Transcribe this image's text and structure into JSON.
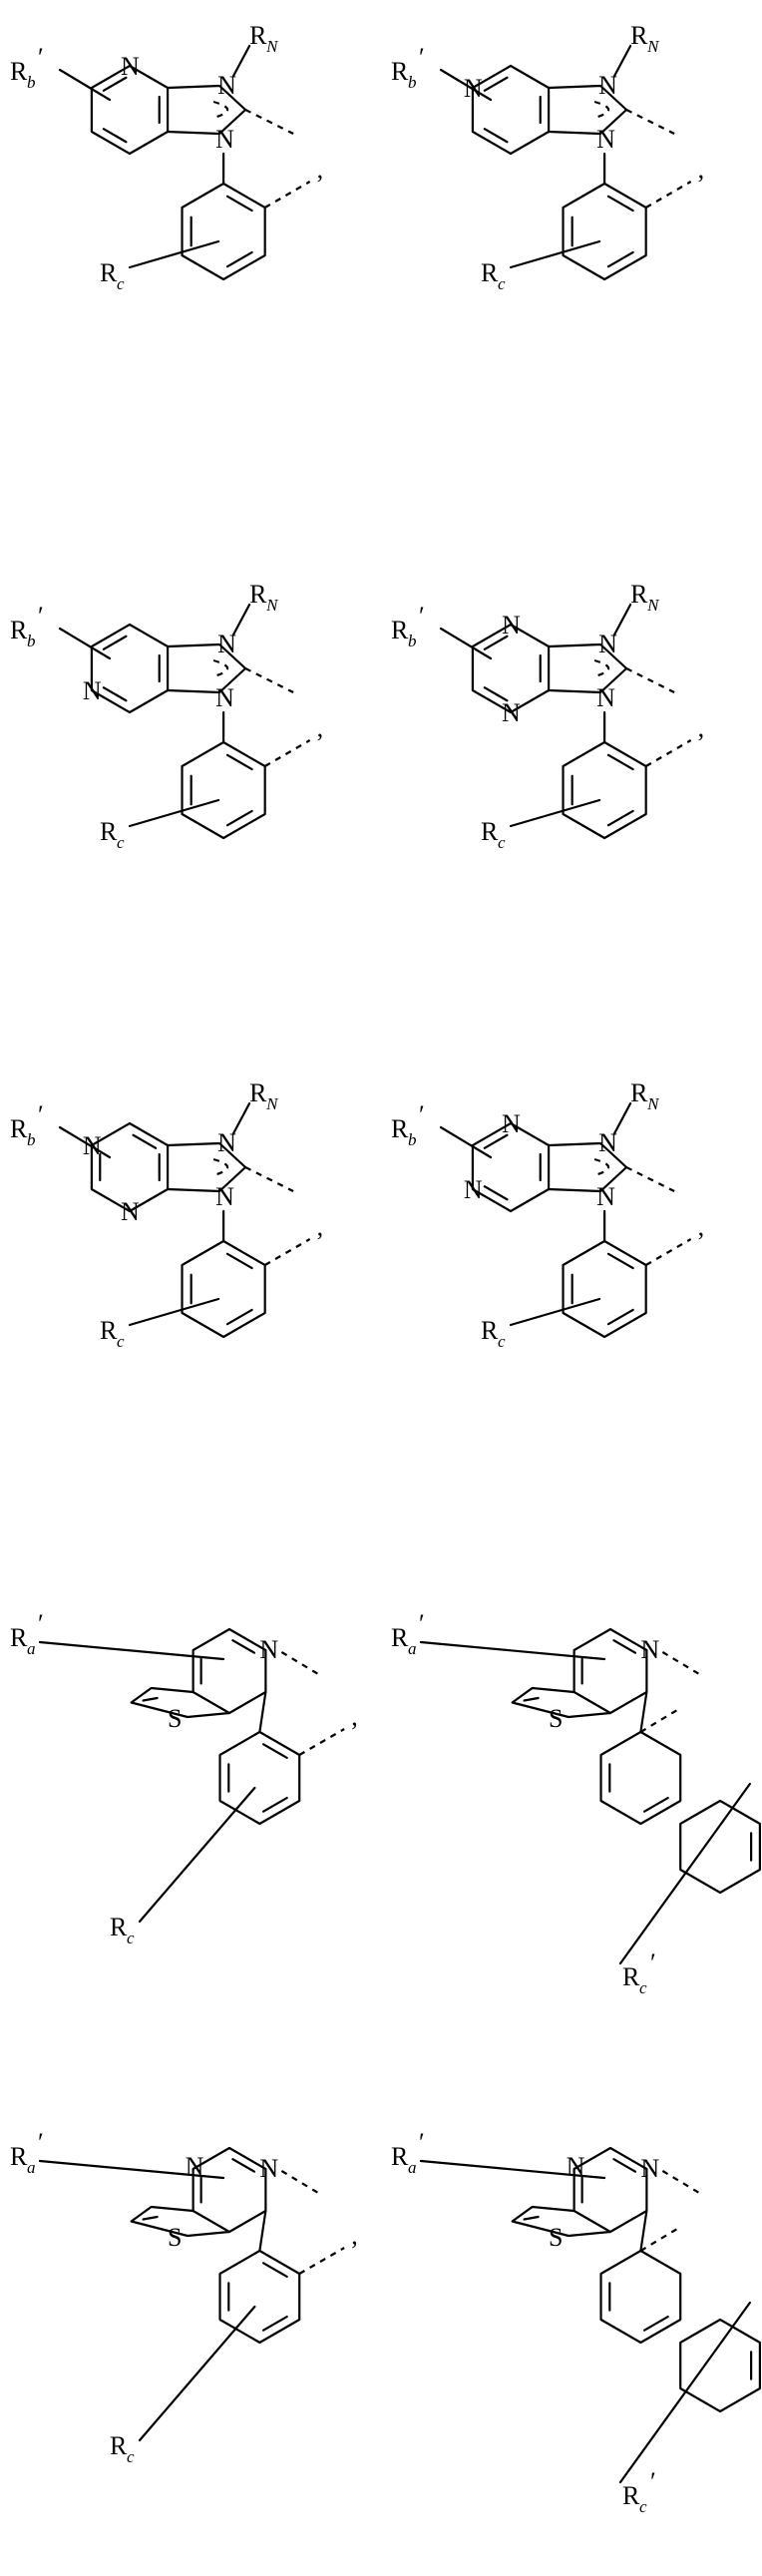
{
  "labels": {
    "N": "N",
    "S": "S",
    "R": "R",
    "sub_N": "N",
    "sub_a": "a",
    "sub_b": "b",
    "sub_c": "c",
    "prime": "′",
    "comma": ","
  },
  "structures": [
    {
      "id": "s1",
      "kind": "imidazo-pyridine-A",
      "substituents": [
        "Rb",
        "RN",
        "Rc"
      ]
    },
    {
      "id": "s2",
      "kind": "imidazo-pyridine-B",
      "substituents": [
        "Rb",
        "RN",
        "Rc"
      ]
    },
    {
      "id": "s3",
      "kind": "imidazo-pyridine-C",
      "substituents": [
        "Rb",
        "RN",
        "Rc"
      ]
    },
    {
      "id": "s4",
      "kind": "imidazo-pyrazine",
      "substituents": [
        "Rb",
        "RN",
        "Rc"
      ]
    },
    {
      "id": "s5",
      "kind": "purine-A",
      "substituents": [
        "Rb",
        "RN",
        "Rc"
      ]
    },
    {
      "id": "s6",
      "kind": "purine-B",
      "substituents": [
        "Rb",
        "RN",
        "Rc"
      ]
    },
    {
      "id": "s7",
      "kind": "thienopyridine-phenyl",
      "substituents": [
        "Ra",
        "Rc"
      ]
    },
    {
      "id": "s8",
      "kind": "thienopyridine-naphthyl",
      "substituents": [
        "Ra",
        "Rc"
      ]
    },
    {
      "id": "s9",
      "kind": "thienopyrimidine-phenyl",
      "substituents": [
        "Ra",
        "Rc"
      ]
    },
    {
      "id": "s10",
      "kind": "thienopyrimidine-naphthyl",
      "substituents": [
        "Ra",
        "Rc"
      ]
    }
  ]
}
